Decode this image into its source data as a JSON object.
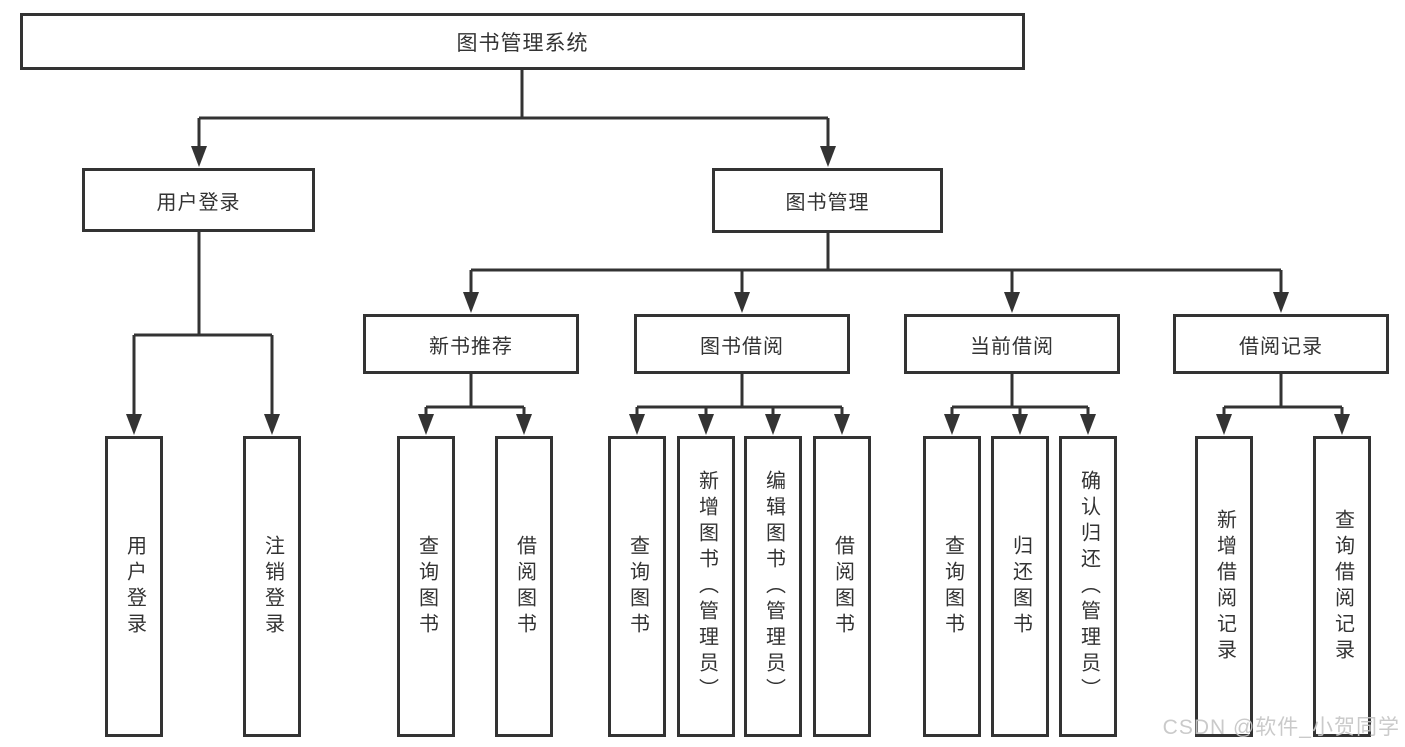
{
  "nodes": {
    "root": "图书管理系统",
    "user_login": "用户登录",
    "book_mgmt": "图书管理",
    "new_book_rec": "新书推荐",
    "book_borrow": "图书借阅",
    "current_borrow": "当前借阅",
    "borrow_records": "借阅记录",
    "leaves_user_login": [
      "用户登录",
      "注销登录"
    ],
    "leaves_new_book": [
      "查询图书",
      "借阅图书"
    ],
    "leaves_book_borrow": [
      "查询图书",
      "新增图书（管理员）",
      "编辑图书（管理员）",
      "借阅图书"
    ],
    "leaves_current_borrow": [
      "查询图书",
      "归还图书",
      "确认归还（管理员）"
    ],
    "leaves_borrow_records": [
      "新增借阅记录",
      "查询借阅记录"
    ]
  },
  "watermark": "CSDN @软件_小贺同学",
  "colors": {
    "line": "#333333",
    "text": "#333333",
    "background": "#ffffff",
    "watermark": "#c6c6c6"
  }
}
